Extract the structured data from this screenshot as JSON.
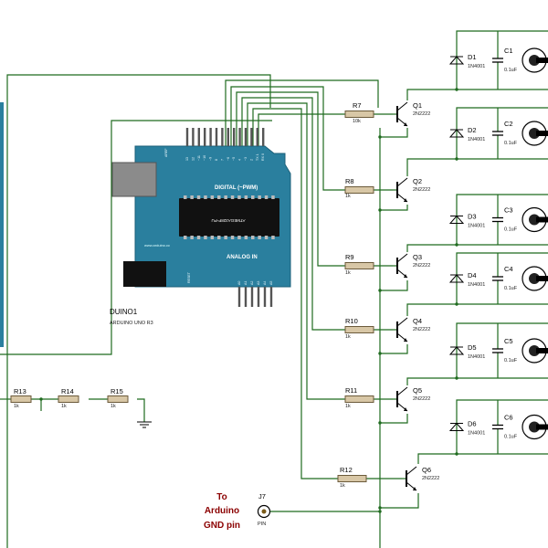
{
  "arduino": {
    "ref": "DUINO1",
    "model": "ARDUINO UNO R3",
    "digital_label": "DIGITAL (~PWM)",
    "analog_label": "ANALOG IN",
    "chip_label": "ATMEGA328P-PU",
    "website": "www.arduino.cc",
    "aref": "AREF",
    "reset": "RESET",
    "digital_pins": [
      "13",
      "12",
      "~11",
      "~10",
      "~9",
      "8",
      "7",
      "~6",
      "~5",
      "4",
      "~3",
      "2",
      "TX 1",
      "RX 0"
    ],
    "analog_pins": [
      "A0",
      "A1",
      "A2",
      "A3",
      "A4",
      "A5"
    ]
  },
  "resistors": [
    {
      "ref": "R7",
      "value": "10k"
    },
    {
      "ref": "R8",
      "value": "1k"
    },
    {
      "ref": "R9",
      "value": "1k"
    },
    {
      "ref": "R10",
      "value": "1k"
    },
    {
      "ref": "R11",
      "value": "1k"
    },
    {
      "ref": "R12",
      "value": "1k"
    },
    {
      "ref": "R13",
      "value": "1k"
    },
    {
      "ref": "R14",
      "value": "1k"
    },
    {
      "ref": "R15",
      "value": "1k"
    }
  ],
  "transistors": [
    {
      "ref": "Q1",
      "part": "2N2222"
    },
    {
      "ref": "Q2",
      "part": "2N2222"
    },
    {
      "ref": "Q3",
      "part": "2N2222"
    },
    {
      "ref": "Q4",
      "part": "2N2222"
    },
    {
      "ref": "Q5",
      "part": "2N2222"
    },
    {
      "ref": "Q6",
      "part": "2N2222"
    }
  ],
  "diodes": [
    {
      "ref": "D1",
      "part": "1N4001"
    },
    {
      "ref": "D2",
      "part": "1N4001"
    },
    {
      "ref": "D3",
      "part": "1N4001"
    },
    {
      "ref": "D4",
      "part": "1N4001"
    },
    {
      "ref": "D5",
      "part": "1N4001"
    },
    {
      "ref": "D6",
      "part": "1N4001"
    }
  ],
  "capacitors": [
    {
      "ref": "C1",
      "value": "0.1uF"
    },
    {
      "ref": "C2",
      "value": "0.1uF"
    },
    {
      "ref": "C3",
      "value": "0.1uF"
    },
    {
      "ref": "C4",
      "value": "0.1uF"
    },
    {
      "ref": "C5",
      "value": "0.1uF"
    },
    {
      "ref": "C6",
      "value": "0.1uF"
    }
  ],
  "connector": {
    "ref": "J7",
    "type": "PIN"
  },
  "note": {
    "line1": "To",
    "line2": "Arduino",
    "line3": "GND pin"
  },
  "colors": {
    "wire": "#1f6b1f",
    "board": "#2a7f9e",
    "resistor": "#d8c7a6",
    "note": "#8b0000"
  }
}
